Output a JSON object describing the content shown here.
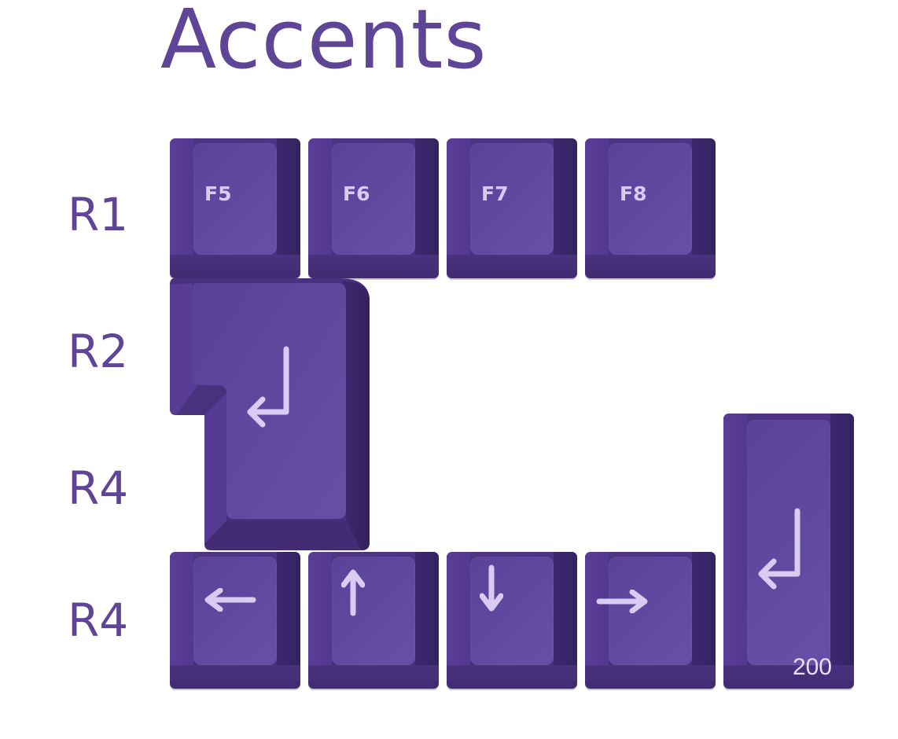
{
  "title": "Accents",
  "row_labels": [
    "R1",
    "R2",
    "R4",
    "R4"
  ],
  "keys_r1": [
    "F5",
    "F6",
    "F7",
    "F8"
  ],
  "enter_tall_legend": "200",
  "icons": {
    "enter": "return-arrow-icon",
    "left": "left-arrow-icon",
    "up": "up-arrow-icon",
    "down": "down-arrow-icon",
    "right": "right-arrow-icon"
  },
  "colors": {
    "brand": "#5e4596",
    "keycap": "#5b419a",
    "legend": "#d9ccf3"
  }
}
